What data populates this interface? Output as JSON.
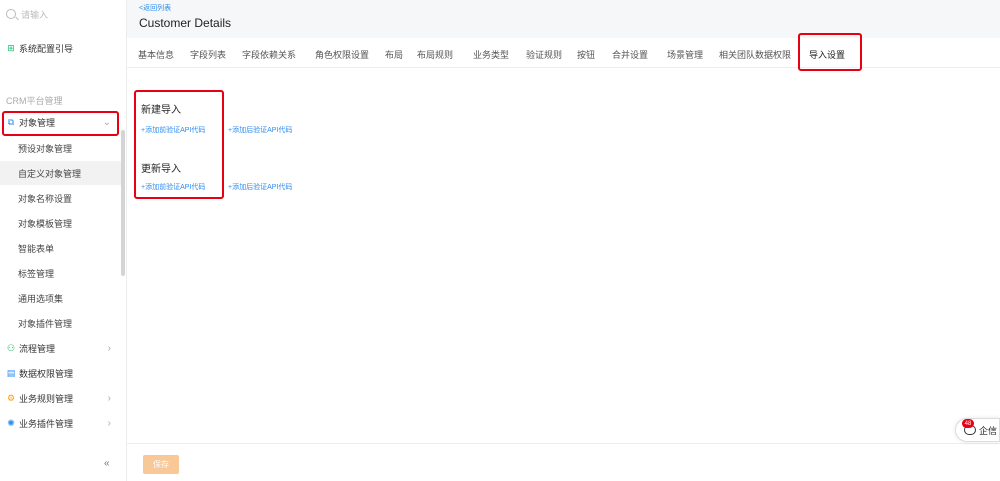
{
  "sidebar": {
    "search_placeholder": "请输入",
    "guide": "系统配置引导",
    "section": "CRM平台管理",
    "object_mgmt": "对象管理",
    "sub_items": [
      "预设对象管理",
      "自定义对象管理",
      "对象名称设置",
      "对象模板管理",
      "智能表单",
      "标签管理",
      "通用选项集",
      "对象插件管理"
    ],
    "other_items": [
      "流程管理",
      "数据权限管理",
      "业务规则管理",
      "业务插件管理"
    ],
    "collapse": "«"
  },
  "header": {
    "back": "<返回列表",
    "title": "Customer Details"
  },
  "tabs": [
    "基本信息",
    "字段列表",
    "字段依赖关系",
    "角色权限设置",
    "布局",
    "布局规则",
    "业务类型",
    "验证规则",
    "按钮",
    "合并设置",
    "场景管理",
    "相关团队数据权限",
    "导入设置"
  ],
  "import": {
    "new_title": "新建导入",
    "new_links": [
      "+添加前验证API代码",
      "+添加后验证API代码"
    ],
    "update_title": "更新导入",
    "update_links": [
      "+添加前验证API代码",
      "+添加后验证API代码"
    ]
  },
  "footer": {
    "save": "保存"
  },
  "chat": {
    "label": "企信",
    "badge": "48"
  },
  "colors": {
    "accent": "#2d8cf0",
    "highlight": "#e60012",
    "save_bg": "#f9c898"
  }
}
